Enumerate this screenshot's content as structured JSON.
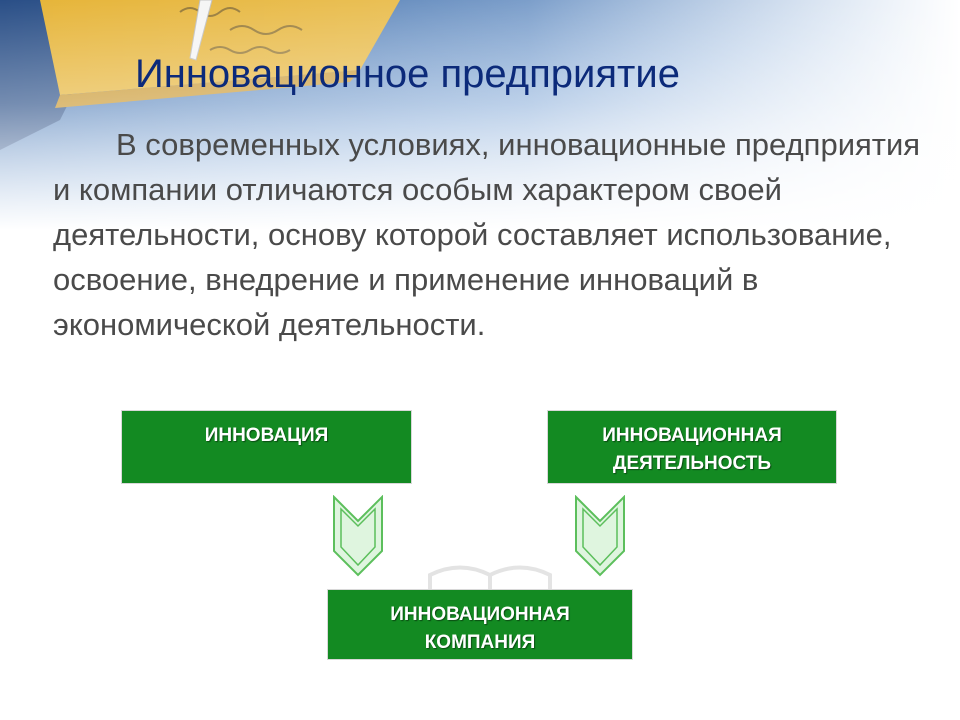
{
  "slide": {
    "title": "Инновационное предприятие",
    "body": "В современных условиях, инновационные предприятия и компании отличаются особым характером своей деятельности, основу которой составляет использование, освоение, внедрение и применение инноваций в экономической деятельности."
  },
  "diagram": {
    "nodes": [
      {
        "id": "innovation",
        "lines": [
          "ИННОВАЦИЯ"
        ]
      },
      {
        "id": "activity",
        "lines": [
          "ИННОВАЦИОННАЯ",
          "ДЕЯТЕЛЬНОСТЬ"
        ]
      },
      {
        "id": "company",
        "lines": [
          "ИННОВАЦИОННАЯ",
          "КОМПАНИЯ"
        ]
      }
    ],
    "edges": [
      {
        "from": "innovation",
        "to": "company"
      },
      {
        "from": "activity",
        "to": "company"
      }
    ],
    "colors": {
      "box_fill": "#138a22",
      "box_text": "#ffffff",
      "arrow_fill": "#dff5df",
      "arrow_stroke": "#5cbf5c",
      "title": "#0c2a7a",
      "body_text": "#4a4a4a"
    }
  }
}
